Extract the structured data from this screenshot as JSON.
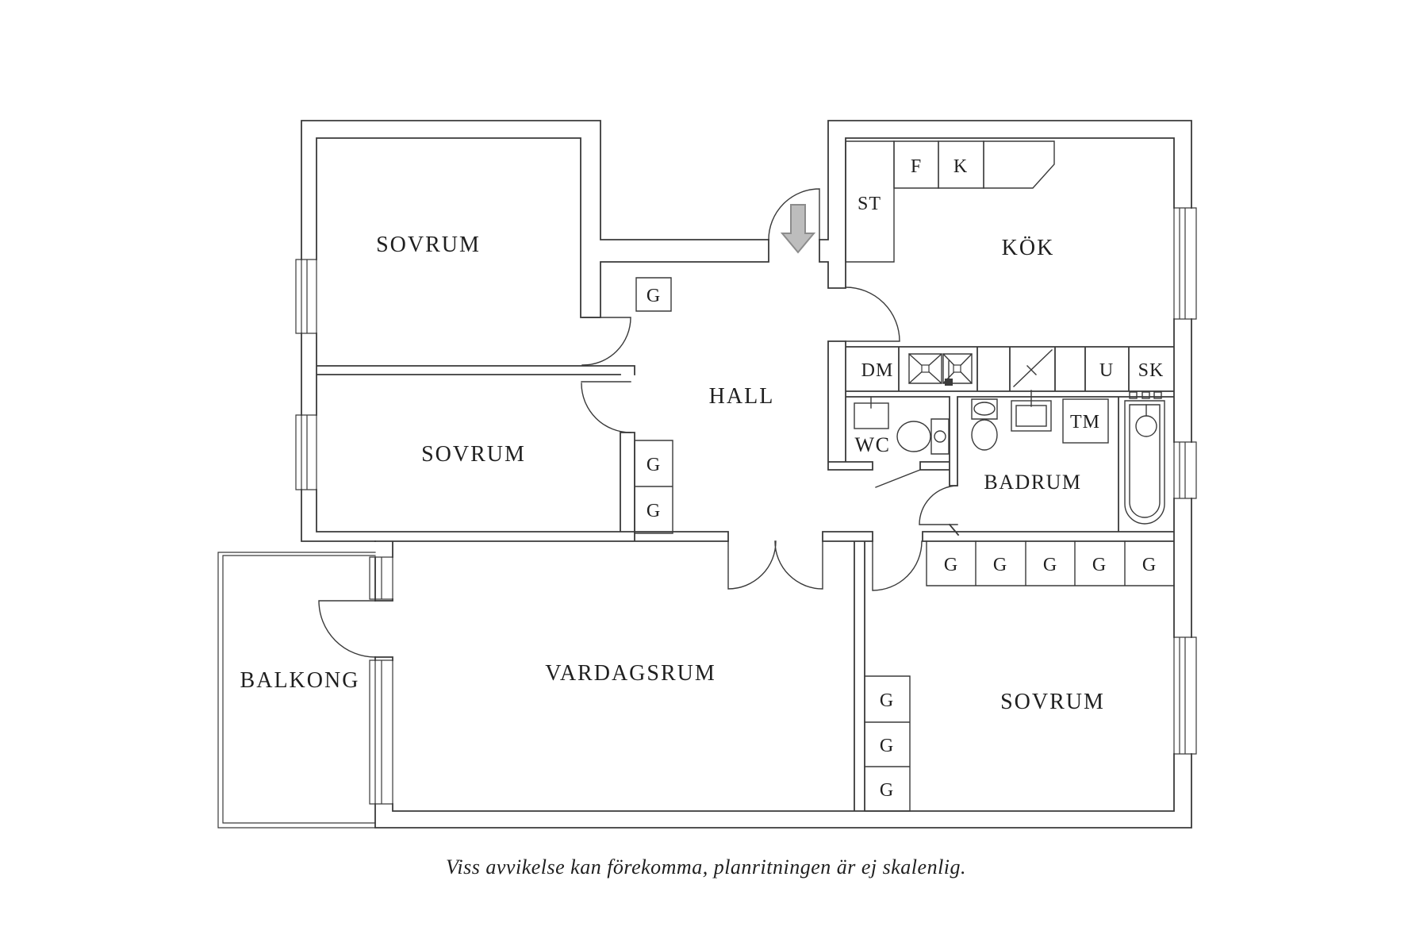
{
  "rooms": [
    {
      "name": "sovrum-top-left",
      "label": "SOVRUM"
    },
    {
      "name": "sovrum-middle-left",
      "label": "SOVRUM"
    },
    {
      "name": "kok",
      "label": "KÖK"
    },
    {
      "name": "hall",
      "label": "HALL"
    },
    {
      "name": "wc",
      "label": "WC"
    },
    {
      "name": "badrum",
      "label": "BADRUM"
    },
    {
      "name": "vardagsrum",
      "label": "VARDAGSRUM"
    },
    {
      "name": "balkong",
      "label": "BALKONG"
    },
    {
      "name": "sovrum-bottom-right",
      "label": "SOVRUM"
    }
  ],
  "appliances": {
    "st": "ST",
    "f": "F",
    "k": "K",
    "dm": "DM",
    "u": "U",
    "sk": "SK",
    "tm": "TM"
  },
  "wardrobes": {
    "label": "G",
    "count": 11
  },
  "caption": "Viss avvikelse kan förekomma, planritningen är ej skalenlig.",
  "colors": {
    "line": "#3a3a3a",
    "text": "#1f1f1f",
    "arrow-fill": "#bdbdbd",
    "arrow-stroke": "#8c8c8c",
    "background": "#ffffff"
  }
}
